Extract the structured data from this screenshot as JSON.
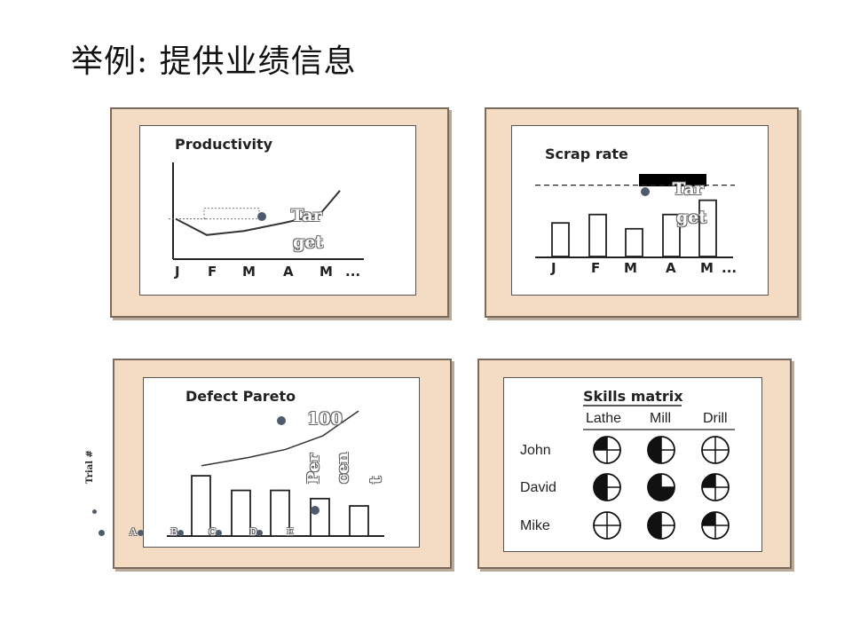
{
  "slide": {
    "title": "举例: 提供业绩信息"
  },
  "productivity": {
    "title": "Productivity",
    "months": [
      "J",
      "F",
      "M",
      "A",
      "M",
      "..."
    ],
    "target_label_1": "Tar",
    "target_label_2": "get"
  },
  "scrap": {
    "title": "Scrap rate",
    "months": [
      "J",
      "F",
      "M",
      "A",
      "M",
      "..."
    ],
    "target_label_1": "Tar",
    "target_label_2": "get"
  },
  "pareto": {
    "title": "Defect Pareto",
    "y_label": "Trial #",
    "categories": [
      "A",
      "B",
      "C",
      "D",
      "E"
    ],
    "label_100": "100",
    "percent_1": "Per",
    "percent_2": "cen",
    "percent_3": "t"
  },
  "skills": {
    "title": "Skills matrix",
    "columns": [
      "Lathe",
      "Mill",
      "Drill"
    ],
    "rows": [
      "John",
      "David",
      "Mike"
    ]
  },
  "chart_data": [
    {
      "type": "line",
      "title": "Productivity",
      "categories": [
        "J",
        "F",
        "M",
        "A",
        "M",
        "..."
      ],
      "series": [
        {
          "values": [
            5,
            3,
            3.5,
            4.5,
            5.5,
            8.5
          ]
        }
      ],
      "target": 5,
      "ylim": [
        0,
        12
      ]
    },
    {
      "type": "bar",
      "title": "Scrap rate",
      "categories": [
        "J",
        "F",
        "M",
        "A",
        "M"
      ],
      "values": [
        4,
        5,
        3.3,
        5,
        6.7
      ],
      "target": 8.5,
      "ylim": [
        0,
        11
      ]
    },
    {
      "type": "bar",
      "title": "Defect Pareto",
      "categories": [
        "A",
        "B",
        "C",
        "D",
        "E"
      ],
      "values": [
        66,
        50,
        50,
        41,
        33
      ],
      "cumulative_line": [
        77,
        86,
        95,
        110,
        137
      ],
      "ylim": [
        0,
        140
      ]
    },
    {
      "type": "table",
      "title": "Skills matrix",
      "columns": [
        "Lathe",
        "Mill",
        "Drill"
      ],
      "rows": [
        "John",
        "David",
        "Mike"
      ],
      "levels_quarters_filled": [
        [
          1,
          2,
          0
        ],
        [
          2,
          3,
          1
        ],
        [
          0,
          2,
          1
        ]
      ]
    }
  ]
}
